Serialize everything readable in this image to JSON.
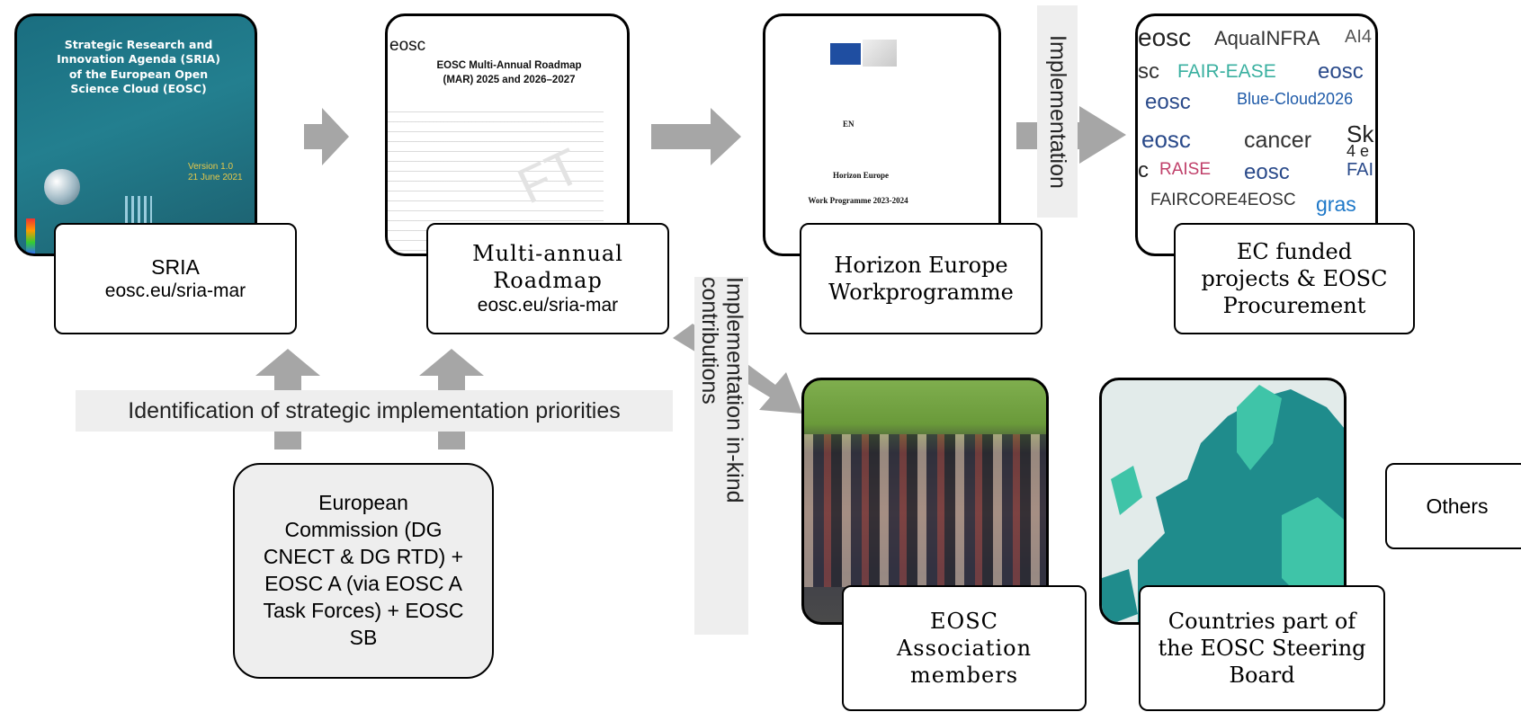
{
  "sria": {
    "cover_title": "Strategic Research and Innovation Agenda (SRIA) of the European Open Science Cloud (EOSC)",
    "cover_version": "Version 1.0",
    "cover_date": "21 June 2021",
    "title": "SRIA",
    "url": "eosc.eu/sria-mar"
  },
  "mar": {
    "doc_logo": "eosc",
    "doc_title": "EOSC Multi-Annual Roadmap (MAR) 2025 and 2026–2027",
    "doc_watermark": "FT",
    "title": "Multi-annual Roadmap",
    "url": "eosc.eu/sria-mar"
  },
  "horizon": {
    "doc_lang": "EN",
    "doc_title": "Horizon Europe",
    "doc_subtitle": "Work Programme 2023-2024",
    "title": "Horizon Europe Workprogramme"
  },
  "projects": {
    "logos": [
      "eosc",
      "AquaINFRA",
      "AI4",
      "sc",
      "FAIR-EASE",
      "eosc",
      "eosc",
      "Blue-Cloud2026",
      "eosc",
      "cancer",
      "Sk",
      "4 e",
      "c",
      "RAISE",
      "eosc",
      "FAI",
      "FAIRCORE4EOSC",
      "gras"
    ],
    "title": "EC funded projects & EOSC Procurement"
  },
  "implementation_label": "Implementation",
  "in_kind_label": "Implementation in-kind contributions",
  "priorities_label": "Identification of strategic implementation priorities",
  "commission": "European Commission (DG CNECT & DG RTD) + EOSC A (via EOSC A Task Forces) + EOSC SB",
  "association": {
    "title": "EOSC Association members"
  },
  "countries": {
    "title": "Countries part of the EOSC Steering Board"
  },
  "others": "Others",
  "colors": {
    "arrow": "#a6a6a6",
    "teal_dark": "#1f8c8c",
    "teal_light": "#3fc4a8",
    "map_water": "#e2ebea"
  }
}
